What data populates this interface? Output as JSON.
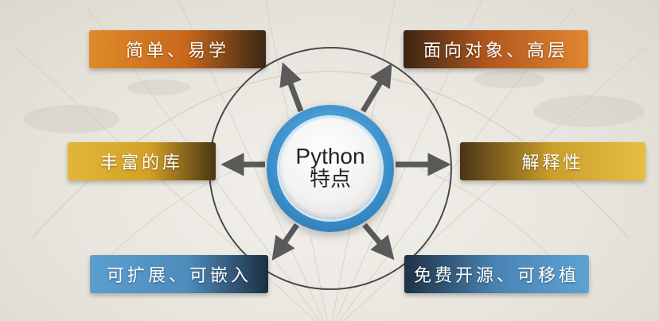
{
  "center": {
    "title": "Python",
    "subtitle": "特点"
  },
  "features": {
    "top_left": "简单、易学",
    "top_right": "面向对象、高层",
    "mid_left": "丰富的库",
    "mid_right": "解释性",
    "bottom_left": "可扩展、可嵌入",
    "bottom_right": "免费开源、可移植"
  },
  "colors": {
    "orange": "#d2721f",
    "gold": "#d9ab2e",
    "blue": "#4e8bbb",
    "center_ring": "#3b8fcb",
    "arrow": "#5a5a5a",
    "ring_line": "#4a4a4a"
  }
}
